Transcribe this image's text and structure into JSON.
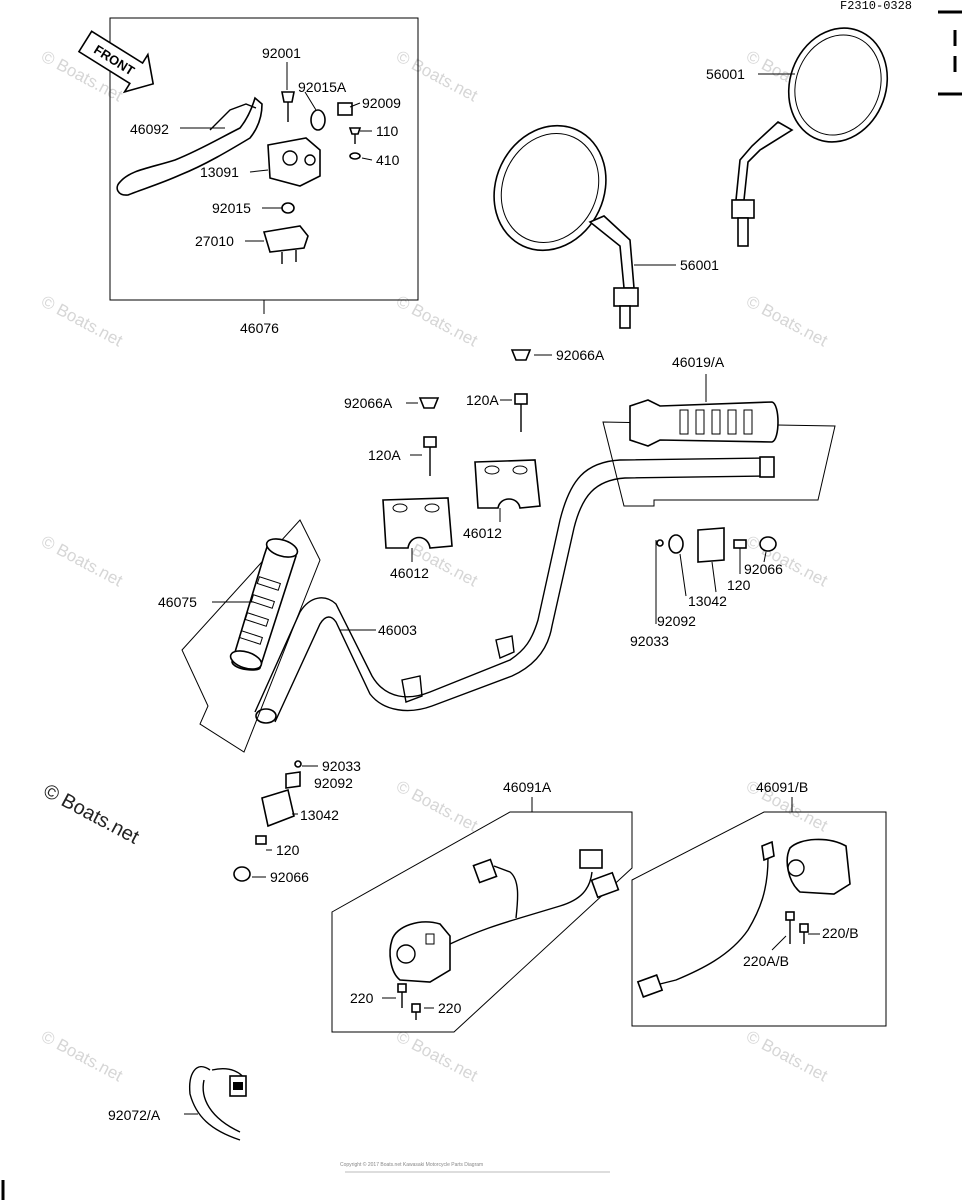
{
  "diagram_code": "F2310-0328",
  "front_label": "FRONT",
  "watermark": "© Boats.net",
  "footer_text": "Copyright © 2017 Boats.net Kawasaki Motorcycle Parts Diagram",
  "parts": {
    "p92001": "92001",
    "p92015A": "92015A",
    "p92009": "92009",
    "p110": "110",
    "p410": "410",
    "p46092": "46092",
    "p13091": "13091",
    "p92015": "92015",
    "p27010": "27010",
    "p46076": "46076",
    "p56001_right": "56001",
    "p56001_left": "56001",
    "p92066A_top": "92066A",
    "p46019A": "46019/A",
    "p92066A_left": "92066A",
    "p120A_right": "120A",
    "p120A_left": "120A",
    "p46012_right": "46012",
    "p46012_left": "46012",
    "p120_right": "120",
    "p92066_right": "92066",
    "p13042_right": "13042",
    "p92092_right": "92092",
    "p92033_right": "92033",
    "p46075": "46075",
    "p46003": "46003",
    "p92033_left": "92033",
    "p92092_left": "92092",
    "p13042_left": "13042",
    "p120_left": "120",
    "p92066_left": "92066",
    "p46091A": "46091A",
    "p220_a": "220",
    "p220_b": "220",
    "p46091B": "46091/B",
    "p220B": "220/B",
    "p220AB": "220A/B",
    "p92072A": "92072/A"
  }
}
